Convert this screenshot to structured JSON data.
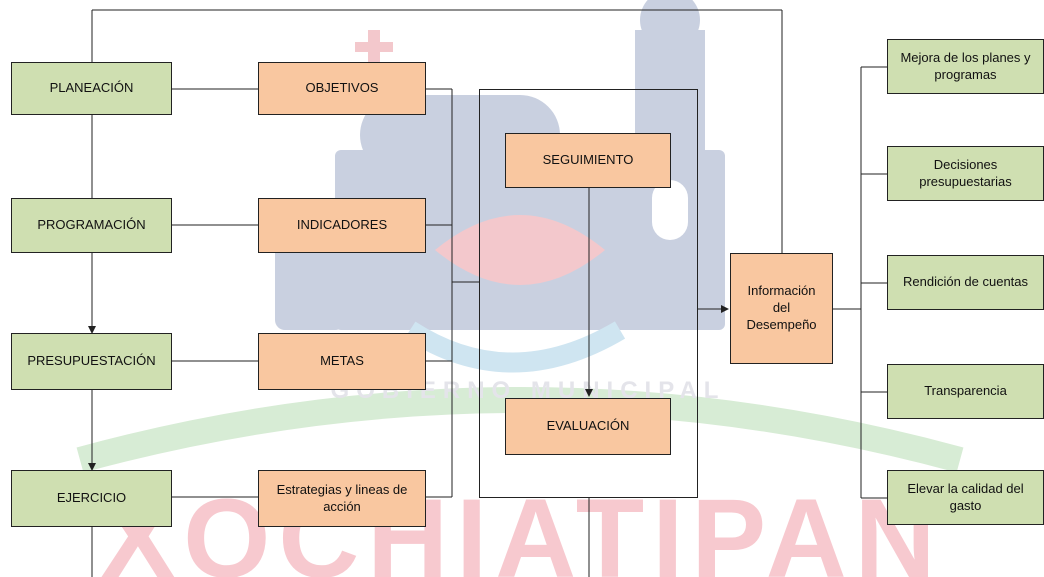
{
  "watermark": {
    "text": "XOCHIATIPAN",
    "subtext": "GOBIERNO MUNICIPAL",
    "colors": {
      "tower": "#c9d0e0",
      "text": "#f7c9cf",
      "flower": "#f3c8cc",
      "arc": "#d7ecd5"
    }
  },
  "phases": {
    "planeacion": "PLANEACIÓN",
    "programacion": "PROGRAMACIÓN",
    "presupuestacion": "PRESUPUESTACIÓN",
    "ejercicio": "EJERCICIO"
  },
  "elements": {
    "objetivos": "OBJETIVOS",
    "indicadores": "INDICADORES",
    "metas": "METAS",
    "estrategias": "Estrategias y lineas de acción"
  },
  "process": {
    "seguimiento": "SEGUIMIENTO",
    "evaluacion": "EVALUACIÓN"
  },
  "output": {
    "informacion": "Información del Desempeño"
  },
  "uses": {
    "mejora": "Mejora de los planes y programas",
    "decisiones": "Decisiones presupuestarias",
    "rendicion": "Rendición de cuentas",
    "transparencia": "Transparencia",
    "calidad": "Elevar la calidad del gasto"
  },
  "colors": {
    "green": "#cfdfb1",
    "orange": "#f9c7a0",
    "line": "#222222"
  }
}
